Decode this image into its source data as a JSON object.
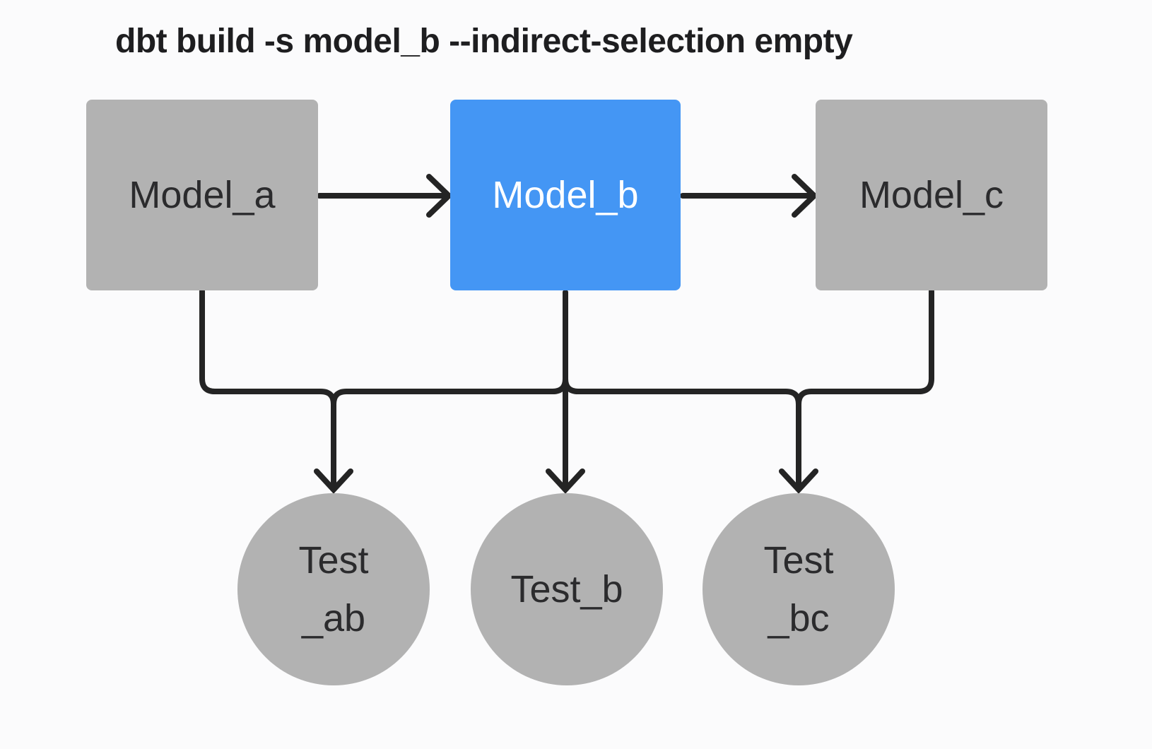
{
  "title": "dbt build -s model_b --indirect-selection empty",
  "nodes": {
    "model_a": {
      "label": "Model_a",
      "type": "model",
      "selected": false
    },
    "model_b": {
      "label": "Model_b",
      "type": "model",
      "selected": true
    },
    "model_c": {
      "label": "Model_c",
      "type": "model",
      "selected": false
    },
    "test_ab": {
      "line1": "Test",
      "line2": "_ab",
      "type": "test"
    },
    "test_b": {
      "line1": "Test_b",
      "type": "test"
    },
    "test_bc": {
      "line1": "Test",
      "line2": "_bc",
      "type": "test"
    }
  },
  "edges": [
    {
      "from": "model_a",
      "to": "model_b"
    },
    {
      "from": "model_b",
      "to": "model_c"
    },
    {
      "from": "model_a",
      "to": "test_ab"
    },
    {
      "from": "model_b",
      "to": "test_ab"
    },
    {
      "from": "model_b",
      "to": "test_b"
    },
    {
      "from": "model_b",
      "to": "test_bc"
    },
    {
      "from": "model_c",
      "to": "test_bc"
    }
  ],
  "colors": {
    "background": "#fbfbfc",
    "node": "#b2b2b2",
    "selected": "#4496f4",
    "line": "#242424",
    "title_text": "#1e1e20",
    "node_text": "#2b2b2d",
    "selected_text": "#ffffff"
  }
}
